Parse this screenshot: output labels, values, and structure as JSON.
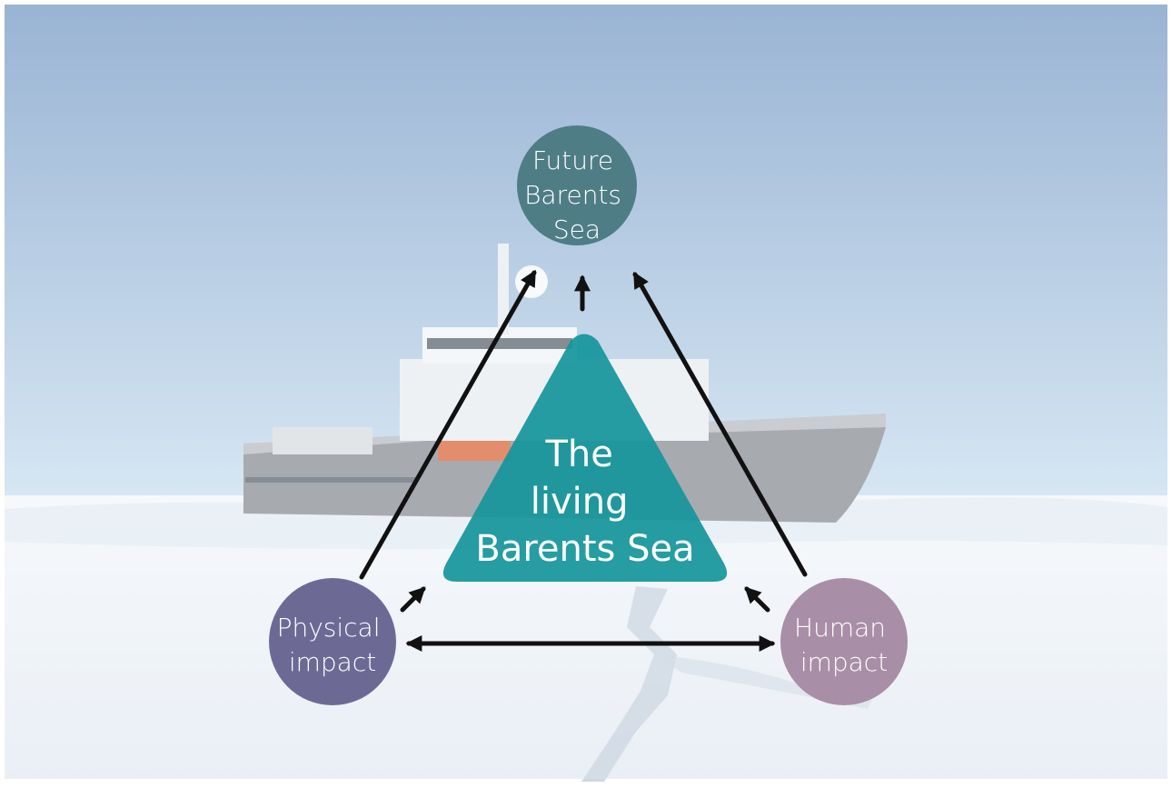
{
  "diagram": {
    "nodes": {
      "future": {
        "lines": [
          "Future",
          "Barents",
          "Sea"
        ],
        "color": "#4e7d86"
      },
      "physical": {
        "lines": [
          "Physical",
          "impact"
        ],
        "color": "#6c6a95"
      },
      "human": {
        "lines": [
          "Human",
          "impact"
        ],
        "color": "#a88ea6"
      },
      "center": {
        "lines": [
          "The",
          "living",
          "Barents Sea"
        ],
        "color": "#13959a"
      }
    }
  },
  "background": {
    "sky_top": "#7a9cc6",
    "sky_bottom": "#c8def0",
    "ice": "#eef3f8"
  }
}
